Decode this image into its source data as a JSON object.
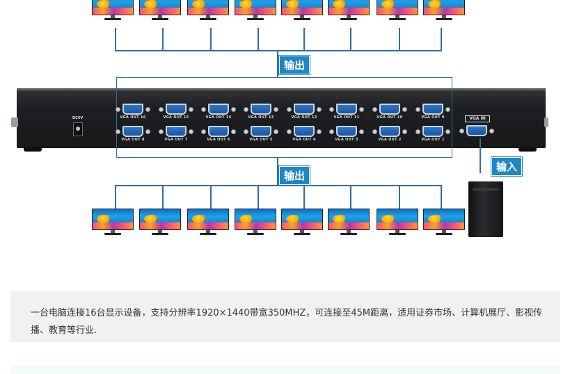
{
  "labels": {
    "output_top": "输出",
    "output_bottom": "输出",
    "input": "输入",
    "dc": "DC5V",
    "vga_in": "VGA IN"
  },
  "ports_top": [
    "VGA OUT 16",
    "VGA OUT 15",
    "VGA OUT 14",
    "VGA OUT 13",
    "VGA OUT 12",
    "VGA OUT 11",
    "VGA OUT 10",
    "VGA OUT 9"
  ],
  "ports_bottom": [
    "VGA OUT 8",
    "VGA OUT 7",
    "VGA OUT 6",
    "VGA OUT 5",
    "VGA OUT 4",
    "VGA OUT 3",
    "VGA OUT 2",
    "VGA OUT 1"
  ],
  "description": "一台电脑连接16台显示设备，支持分辨率1920×1440带宽350MHZ，可连接至45M距离，适用证券市场、计算机展厅、影视传播、教育等行业."
}
